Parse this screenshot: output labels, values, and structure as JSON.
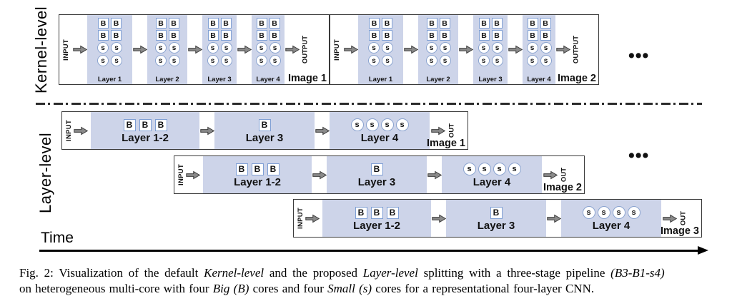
{
  "kernel_section": {
    "side_label": "Kernel-level",
    "input_label": "INPUT",
    "output_label": "OUTPUT",
    "big_core_label": "B",
    "small_core_label": "s",
    "ellipsis": "•••",
    "pipelines": [
      {
        "image_label": "Image 1",
        "layer_labels": [
          "Layer 1",
          "Layer 2",
          "Layer 3",
          "Layer 4"
        ]
      },
      {
        "image_label": "Image 2",
        "layer_labels": [
          "Layer 1",
          "Layer 2",
          "Layer 3",
          "Layer 4"
        ]
      }
    ]
  },
  "layer_section": {
    "side_label": "Layer-level",
    "input_label": "INPUT",
    "out_label": "OUT",
    "big_core_label": "B",
    "small_core_label": "s",
    "ellipsis": "•••",
    "stage_core_layout": {
      "stage_1_big_cores": 3,
      "stage_2_big_cores": 1,
      "stage_3_small_cores": 4
    },
    "pipelines": [
      {
        "image_label": "Image 1",
        "stage_labels": [
          "Layer 1-2",
          "Layer 3",
          "Layer 4"
        ]
      },
      {
        "image_label": "Image 2",
        "stage_labels": [
          "Layer 1-2",
          "Layer 3",
          "Layer 4"
        ]
      },
      {
        "image_label": "Image 3",
        "stage_labels": [
          "Layer 1-2",
          "Layer 3",
          "Layer 4"
        ]
      }
    ]
  },
  "time_axis": {
    "label": "Time"
  },
  "caption": {
    "line1": [
      {
        "t": "Fig. 2: Visualization of the default "
      },
      {
        "t": "Kernel-level"
      },
      {
        "t": " and the proposed "
      },
      {
        "t": "Layer-level"
      },
      {
        "t": " splitting with a three-stage pipeline "
      },
      {
        "t": "(B3-B1-s4)"
      }
    ],
    "line2": [
      {
        "t": "on heterogeneous multi-core with four "
      },
      {
        "t": "Big (B)"
      },
      {
        "t": " cores and four "
      },
      {
        "t": "Small (s)"
      },
      {
        "t": " cores for a representational four-layer CNN."
      }
    ]
  },
  "colors": {
    "stage_fill": "#cdd4e9",
    "big_core_border": "#7f9fd4",
    "small_core_border": "#8aa3cf",
    "arrow_fill": "#8a8a8a",
    "outline": "#3a3a3a"
  }
}
